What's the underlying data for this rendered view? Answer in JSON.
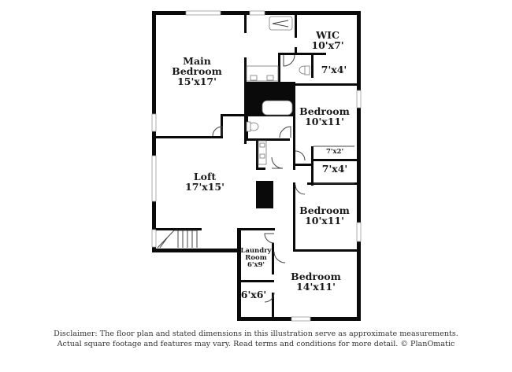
{
  "floorplan": {
    "rooms": [
      {
        "id": "main-bedroom",
        "name": "Main Bedroom",
        "name_lines": [
          "Main",
          "Bedroom"
        ],
        "dims": "15'x17'"
      },
      {
        "id": "wic",
        "name": "WIC",
        "name_lines": [
          "WIC"
        ],
        "dims": "10'x7'"
      },
      {
        "id": "closet-7x4-top",
        "name": "",
        "name_lines": [],
        "dims": "7'x4'"
      },
      {
        "id": "bedroom-1",
        "name": "Bedroom",
        "name_lines": [
          "Bedroom"
        ],
        "dims": "10'x11'"
      },
      {
        "id": "closet-7x2",
        "name": "",
        "name_lines": [],
        "dims": "7'x2'"
      },
      {
        "id": "closet-7x4-mid",
        "name": "",
        "name_lines": [],
        "dims": "7'x4'"
      },
      {
        "id": "loft",
        "name": "Loft",
        "name_lines": [
          "Loft"
        ],
        "dims": "17'x15'"
      },
      {
        "id": "bedroom-2",
        "name": "Bedroom",
        "name_lines": [
          "Bedroom"
        ],
        "dims": "10'x11'"
      },
      {
        "id": "laundry-room",
        "name": "Laundry Room",
        "name_lines": [
          "Laundry",
          "Room"
        ],
        "dims": "6'x9'"
      },
      {
        "id": "closet-6x6",
        "name": "",
        "name_lines": [],
        "dims": "6'x6'"
      },
      {
        "id": "bedroom-3",
        "name": "Bedroom",
        "name_lines": [
          "Bedroom"
        ],
        "dims": "14'x11'"
      }
    ]
  },
  "disclaimer": {
    "line1": "Disclaimer: The floor plan and stated dimensions in this illustration serve as approximate measurements.",
    "line2": "Actual square footage and features may vary. Read terms and conditions for more detail. © PlanOmatic"
  }
}
